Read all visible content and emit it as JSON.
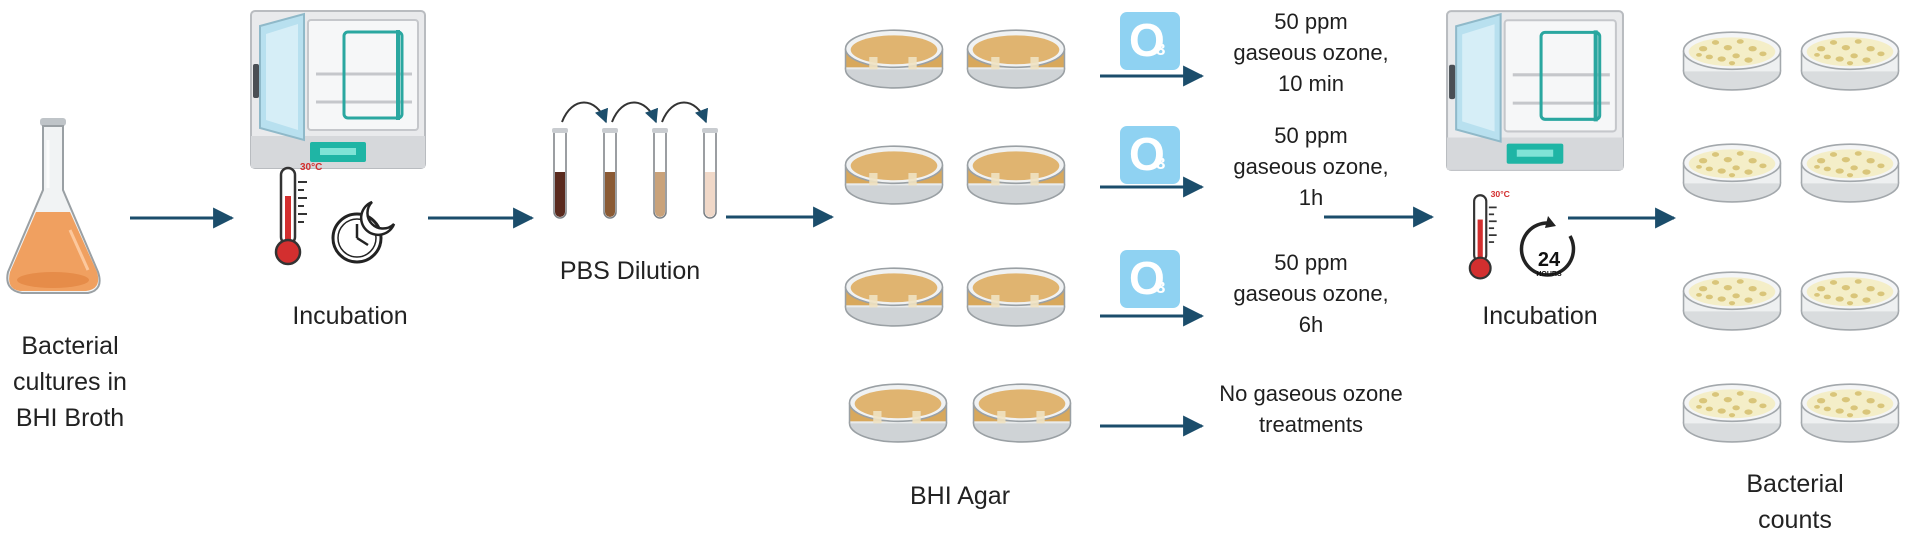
{
  "labels": {
    "culture_l1": "Bacterial",
    "culture_l2": "cultures in",
    "culture_l3": "BHI Broth",
    "incubation1": "Incubation",
    "dilution": "PBS Dilution",
    "agar": "BHI Agar",
    "incubation2": "Incubation",
    "counts_l1": "Bacterial",
    "counts_l2": "counts"
  },
  "thermometer_label": "30°C",
  "timer": {
    "value": "24",
    "unit": "HOURS"
  },
  "ozone_badge": {
    "symbol": "O",
    "subscript": "3"
  },
  "treatments": [
    {
      "line1": "50 ppm",
      "line2": "gaseous ozone,",
      "line3": "10 min"
    },
    {
      "line1": "50 ppm",
      "line2": "gaseous ozone,",
      "line3": "1h"
    },
    {
      "line1": "50 ppm",
      "line2": "gaseous ozone,",
      "line3": "6h"
    },
    {
      "line1": "No gaseous ozone",
      "line2": "treatments",
      "line3": ""
    }
  ],
  "colors": {
    "arrow": "#1b4d6b",
    "broth": "#f0a060",
    "agar": "#e0b470",
    "ozone_badge": "#8fd2f2",
    "thermometer_red": "#d32f2f",
    "incubator_door": "#b8e0ef",
    "incubator_panel": "#1fb5a5"
  },
  "dilution_tube_colors": [
    "#5a2a1e",
    "#8a5a34",
    "#c9a27a",
    "#f0d8c8"
  ]
}
